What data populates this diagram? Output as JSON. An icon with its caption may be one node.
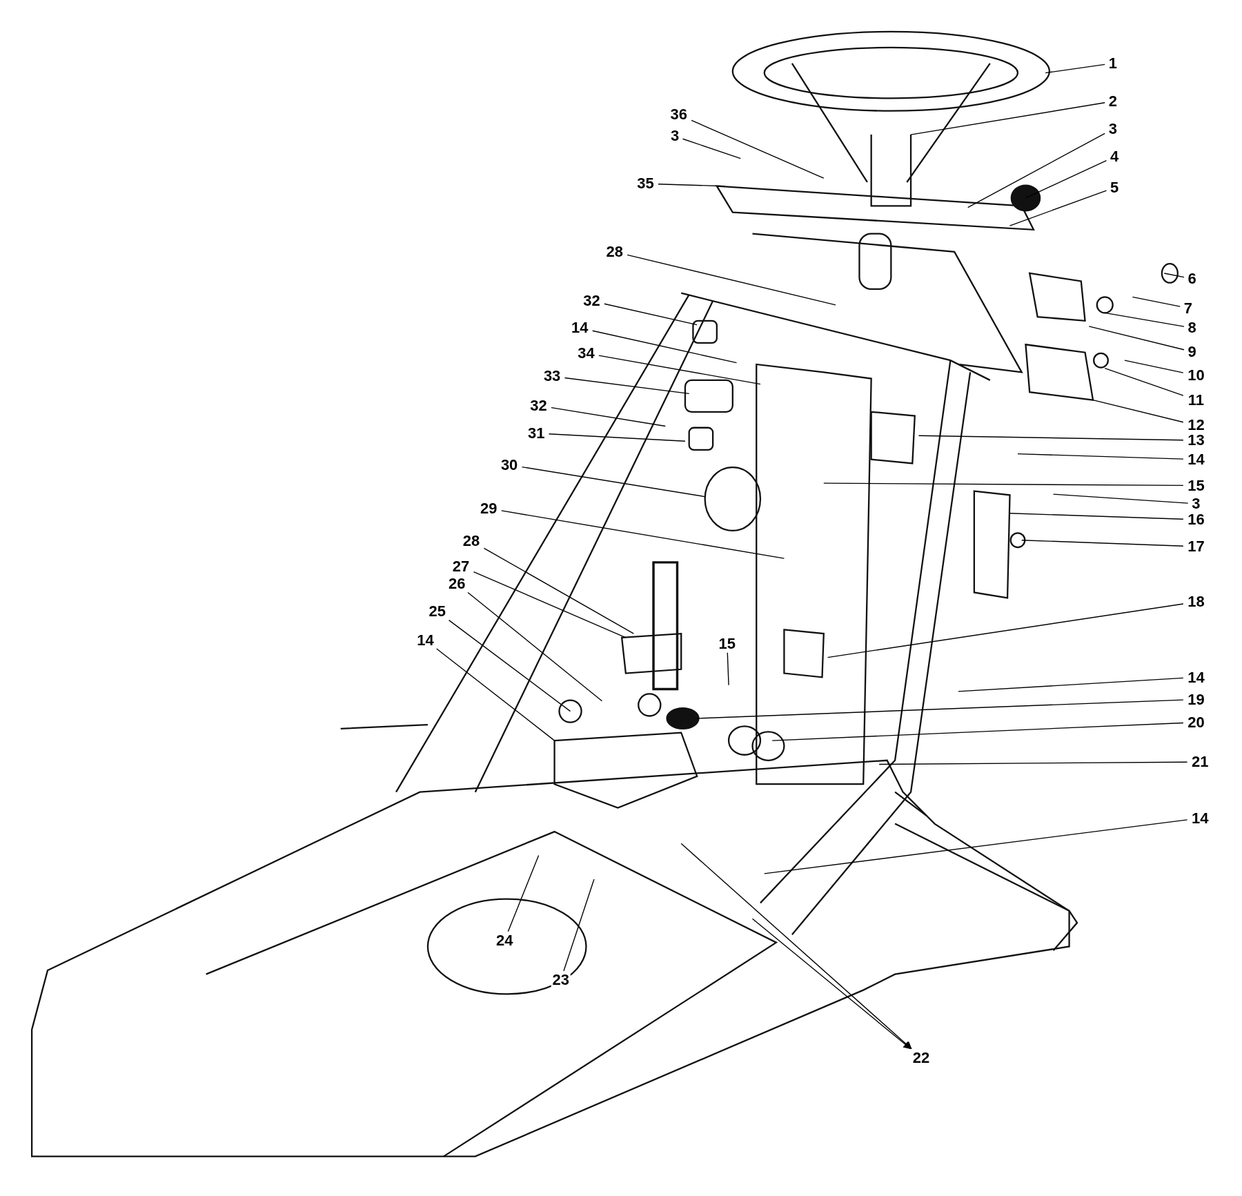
{
  "diagram": {
    "nodes": [
      {
        "text": [
          "1"
        ]
      },
      {
        "text": [
          "36"
        ]
      },
      {
        "text": [
          "2"
        ]
      },
      {
        "text": [
          "3"
        ]
      },
      {
        "text": [
          "3"
        ]
      },
      {
        "text": [
          "4"
        ]
      },
      {
        "text": [
          "35"
        ]
      },
      {
        "text": [
          "5"
        ]
      },
      {
        "text": [
          "28"
        ]
      },
      {
        "text": [
          "6"
        ]
      },
      {
        "text": [
          "32"
        ]
      },
      {
        "text": [
          "7"
        ]
      },
      {
        "text": [
          "14"
        ]
      },
      {
        "text": [
          "8"
        ]
      },
      {
        "text": [
          "9"
        ]
      },
      {
        "text": [
          "34"
        ]
      },
      {
        "text": [
          "10"
        ]
      },
      {
        "text": [
          "33"
        ]
      },
      {
        "text": [
          "11"
        ]
      },
      {
        "text": [
          "32"
        ]
      },
      {
        "text": [
          "12"
        ]
      },
      {
        "text": [
          "31"
        ]
      },
      {
        "text": [
          "13"
        ]
      },
      {
        "text": [
          "14"
        ]
      },
      {
        "text": [
          "30"
        ]
      },
      {
        "text": [
          "15"
        ]
      },
      {
        "text": [
          "3"
        ]
      },
      {
        "text": [
          "29"
        ]
      },
      {
        "text": [
          "16"
        ]
      },
      {
        "text": [
          "28"
        ]
      },
      {
        "text": [
          "17"
        ]
      },
      {
        "text": [
          "27"
        ]
      },
      {
        "text": [
          "26"
        ]
      },
      {
        "text": [
          "18"
        ]
      },
      {
        "text": [
          "25"
        ]
      },
      {
        "text": [
          "14"
        ]
      },
      {
        "text": [
          "15"
        ]
      },
      {
        "text": [
          "14"
        ]
      },
      {
        "text": [
          "19"
        ]
      },
      {
        "text": [
          "20"
        ]
      },
      {
        "text": [
          "21"
        ]
      },
      {
        "text": [
          "14"
        ]
      },
      {
        "text": [
          "24"
        ]
      },
      {
        "text": [
          "23"
        ]
      },
      {
        "text": [
          "22"
        ]
      }
    ],
    "edges": [
      {
        "from": 0,
        "to": null,
        "arrow": "none"
      },
      {
        "from": 1,
        "to": null,
        "arrow": "none"
      },
      {
        "from": 2,
        "to": null,
        "arrow": "none"
      },
      {
        "from": 3,
        "to": null,
        "arrow": "none"
      },
      {
        "from": 4,
        "to": null,
        "arrow": "none"
      },
      {
        "from": 5,
        "to": null,
        "arrow": "none"
      },
      {
        "from": 6,
        "to": null,
        "arrow": "none"
      },
      {
        "from": 7,
        "to": null,
        "arrow": "none"
      },
      {
        "from": 8,
        "to": null,
        "arrow": "none"
      },
      {
        "from": 9,
        "to": null,
        "arrow": "none"
      },
      {
        "from": 10,
        "to": null,
        "arrow": "none"
      },
      {
        "from": 11,
        "to": null,
        "arrow": "none"
      },
      {
        "from": 12,
        "to": null,
        "arrow": "none"
      },
      {
        "from": 13,
        "to": null,
        "arrow": "none"
      },
      {
        "from": 14,
        "to": null,
        "arrow": "none"
      },
      {
        "from": 15,
        "to": null,
        "arrow": "none"
      },
      {
        "from": 16,
        "to": null,
        "arrow": "none"
      },
      {
        "from": 17,
        "to": null,
        "arrow": "none"
      },
      {
        "from": 18,
        "to": null,
        "arrow": "none"
      },
      {
        "from": 19,
        "to": null,
        "arrow": "none"
      },
      {
        "from": 20,
        "to": null,
        "arrow": "none"
      },
      {
        "from": 21,
        "to": null,
        "arrow": "none"
      },
      {
        "from": 22,
        "to": null,
        "arrow": "none"
      },
      {
        "from": 23,
        "to": null,
        "arrow": "none"
      },
      {
        "from": 24,
        "to": null,
        "arrow": "none"
      },
      {
        "from": 25,
        "to": null,
        "arrow": "none"
      },
      {
        "from": 26,
        "to": null,
        "arrow": "none"
      },
      {
        "from": 27,
        "to": null,
        "arrow": "none"
      },
      {
        "from": 28,
        "to": null,
        "arrow": "none"
      },
      {
        "from": 29,
        "to": null,
        "arrow": "none"
      },
      {
        "from": 30,
        "to": null,
        "arrow": "none"
      },
      {
        "from": 31,
        "to": null,
        "arrow": "none"
      },
      {
        "from": 32,
        "to": null,
        "arrow": "none"
      },
      {
        "from": 33,
        "to": null,
        "arrow": "none"
      },
      {
        "from": 34,
        "to": null,
        "arrow": "none"
      },
      {
        "from": 35,
        "to": null,
        "arrow": "none"
      },
      {
        "from": 36,
        "to": null,
        "arrow": "none"
      },
      {
        "from": 37,
        "to": null,
        "arrow": "none"
      },
      {
        "from": 38,
        "to": null,
        "arrow": "none"
      },
      {
        "from": 39,
        "to": null,
        "arrow": "none"
      },
      {
        "from": 40,
        "to": null,
        "arrow": "none"
      },
      {
        "from": 41,
        "to": null,
        "arrow": "none"
      },
      {
        "from": 42,
        "to": null,
        "arrow": "none"
      },
      {
        "from": 43,
        "to": null,
        "arrow": "none"
      },
      {
        "from": null,
        "to": 44,
        "arrow": "to"
      },
      {
        "from": null,
        "to": 44,
        "arrow": "to"
      }
    ]
  }
}
